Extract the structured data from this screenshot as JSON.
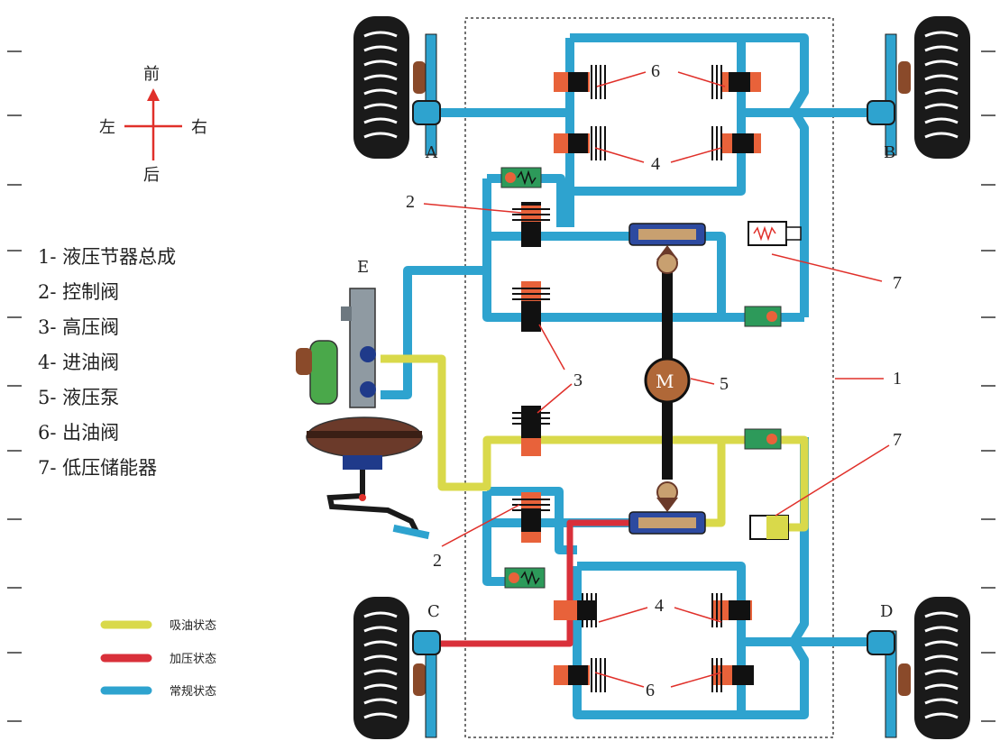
{
  "compass": {
    "front": "前",
    "rear": "后",
    "left": "左",
    "right": "右"
  },
  "parts_list": [
    "1- 液压节器总成",
    "2- 控制阀",
    "3- 高压阀",
    "4- 进油阀",
    "5- 液压泵",
    "6- 出油阀",
    "7- 低压储能器"
  ],
  "wheel_labels": {
    "a": "A",
    "b": "B",
    "c": "C",
    "d": "D",
    "e": "E"
  },
  "callouts": {
    "n1": "1",
    "n2_upper": "2",
    "n2_lower": "2",
    "n3": "3",
    "n4_upper": "4",
    "n4_lower": "4",
    "n5": "5",
    "n6_upper": "6",
    "n6_lower": "6",
    "n7_upper": "7",
    "n7_lower": "7"
  },
  "pump_label": "M",
  "legend": [
    {
      "label": "吸油状态",
      "color": "#d9d94a"
    },
    {
      "label": "加压状态",
      "color": "#d9303a"
    },
    {
      "label": "常规状态",
      "color": "#2ea3cf"
    }
  ],
  "colors": {
    "normal": "#2ea3cf",
    "suction": "#d9d94a",
    "pressure": "#d9303a",
    "valve_body": "#e8623a",
    "valve_core": "#111111",
    "accent": "#e0302a"
  }
}
